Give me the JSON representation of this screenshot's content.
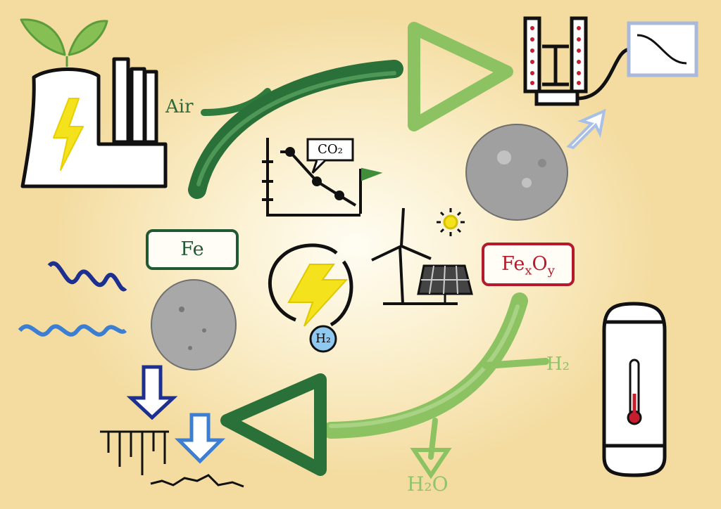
{
  "labels": {
    "air": "Air",
    "h2_input": "H₂",
    "h2o_output": "H₂O",
    "co2": "CO₂",
    "h2_badge": "H₂"
  },
  "materials": {
    "fe": "Fe",
    "fexoy": {
      "base": "Fe",
      "x": "x",
      "o": "O",
      "y": "y"
    }
  },
  "colors": {
    "background": "#f4dca0",
    "dark_green": "#2a6b3a",
    "light_green": "#8fc56a",
    "fe_border": "#1f5a34",
    "fexoy_border": "#b5192c",
    "blue_dark": "#1d2f8f",
    "blue_light": "#3c7fd2",
    "lightning": "#f4e21c"
  },
  "icons": [
    "power-plant-icon",
    "leaf-icon",
    "lightning-icon",
    "wind-turbine-icon",
    "solar-panel-icon",
    "sun-icon",
    "flag-icon",
    "thermometer-icon",
    "reactor-icon",
    "wave-icon",
    "spectrum-icon"
  ]
}
